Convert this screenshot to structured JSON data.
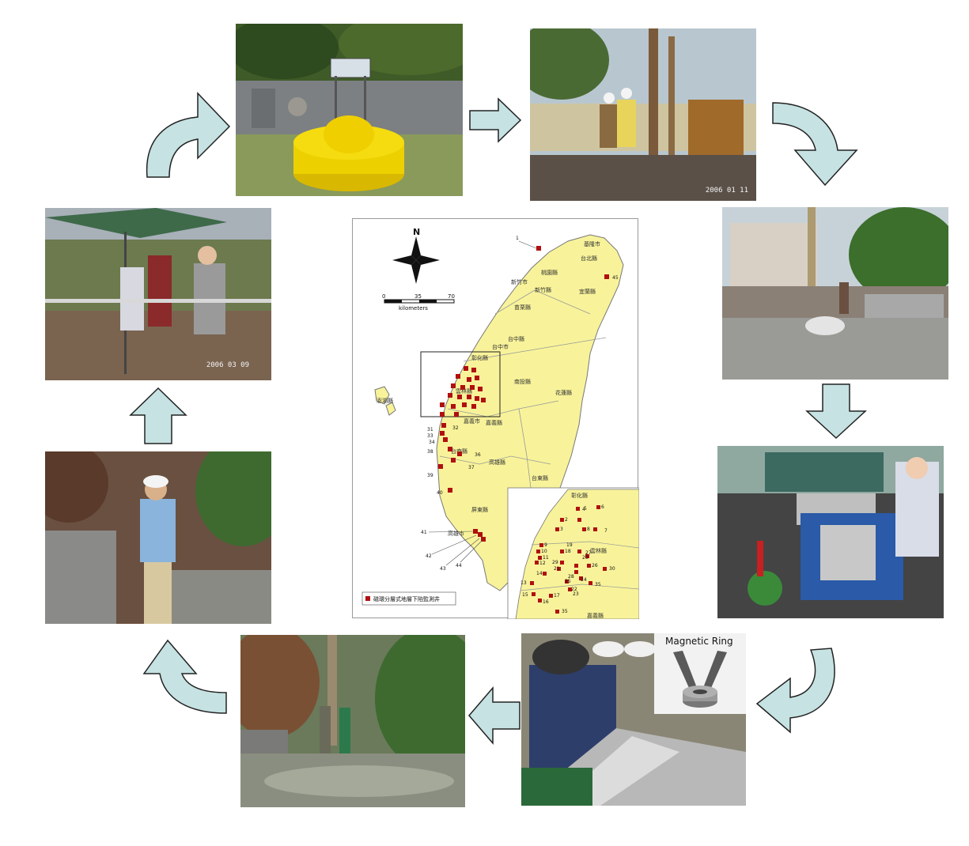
{
  "photos": [
    {
      "id": "p1",
      "caption": "",
      "stamp": ""
    },
    {
      "id": "p2",
      "caption": "",
      "stamp": "2006 01 11"
    },
    {
      "id": "p3",
      "caption": "",
      "stamp": ""
    },
    {
      "id": "p4",
      "caption": "",
      "stamp": ""
    },
    {
      "id": "p5",
      "caption": "",
      "stamp": ""
    },
    {
      "id": "p6",
      "caption": "",
      "stamp": ""
    },
    {
      "id": "p7",
      "caption": "",
      "stamp": ""
    },
    {
      "id": "p8",
      "caption": "",
      "stamp": "2006 03 09"
    }
  ],
  "inset": {
    "label": "Magnetic Ring"
  },
  "map": {
    "north": "N",
    "scale_ticks": [
      "0",
      "35",
      "70"
    ],
    "scale_unit": "kilometers",
    "legend": "磁環分層式地層下陷監測井",
    "counties": [
      "基隆市",
      "台北縣",
      "桃園縣",
      "新竹市",
      "新竹縣",
      "宜蘭縣",
      "苗栗縣",
      "台中縣",
      "台中市",
      "彰化縣",
      "南投縣",
      "花蓮縣",
      "雲林縣",
      "嘉義市",
      "嘉義縣",
      "台南縣",
      "台東縣",
      "高雄縣",
      "屏東縣",
      "澎湖縣",
      "高雄市"
    ],
    "inset_counties": [
      "彰化縣",
      "雲林縣",
      "嘉義縣"
    ],
    "well_labels": [
      "1",
      "31",
      "32",
      "33",
      "34",
      "36",
      "37",
      "38",
      "39",
      "40",
      "41",
      "42",
      "43",
      "44",
      "45"
    ],
    "inset_labels": [
      "2",
      "3",
      "4",
      "5",
      "6",
      "7",
      "8",
      "9",
      "10",
      "11",
      "12",
      "13",
      "14",
      "15",
      "16",
      "17",
      "18",
      "19",
      "20",
      "21",
      "22",
      "23",
      "24",
      "25",
      "26",
      "27",
      "28",
      "29",
      "30",
      "35"
    ]
  },
  "colors": {
    "arrow_fill": "#c6e2e3",
    "arrow_stroke": "#222222",
    "map_land": "#f8f39a",
    "well_marker": "#b01010"
  }
}
